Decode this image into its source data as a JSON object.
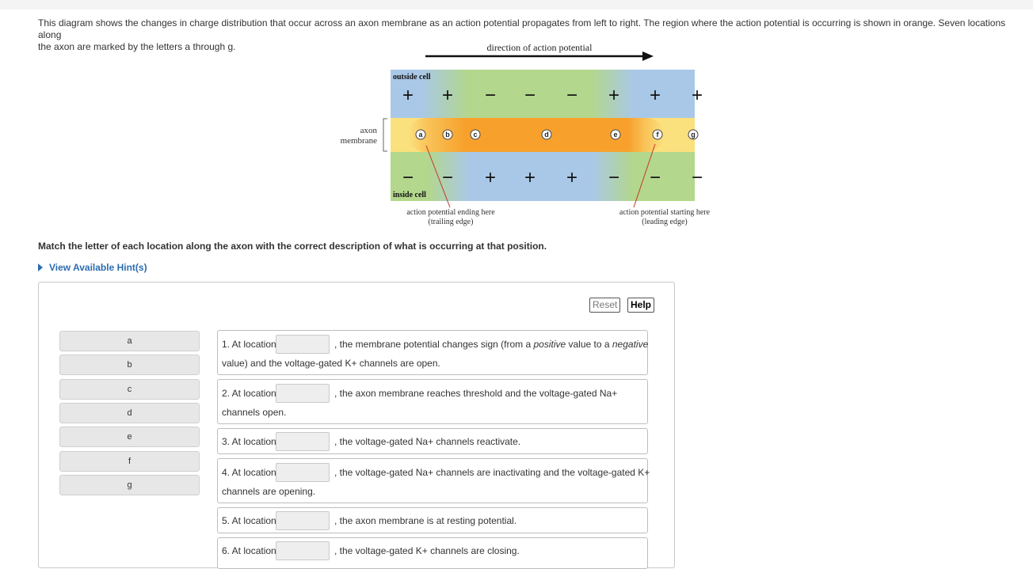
{
  "intro": {
    "line1": "This diagram shows the changes in charge distribution that occur across an axon membrane as an action potential propagates from left to right. The region where the action potential is occurring is shown in orange. Seven locations along",
    "line2": "the axon are marked by the letters a through g."
  },
  "diagram": {
    "direction_label": "direction of action potential",
    "outside_label": "outside cell",
    "inside_label": "inside cell",
    "membrane_label_1": "axon",
    "membrane_label_2": "membrane",
    "outside_charges": [
      "+",
      "+",
      "−",
      "−",
      "−",
      "+",
      "+",
      "+"
    ],
    "inside_charges": [
      "−",
      "−",
      "+",
      "+",
      "+",
      "−",
      "−",
      "−"
    ],
    "locations": [
      "a",
      "b",
      "c",
      "d",
      "e",
      "f",
      "g"
    ],
    "trailing_label_1": "action potential ending here",
    "trailing_label_2": "(trailing edge)",
    "leading_label_1": "action potential starting here",
    "leading_label_2": "(leading edge)",
    "colors": {
      "blue": "#a9c8e8",
      "green": "#b3d78c",
      "yellow": "#fbe07e",
      "orange": "#f7a12c"
    }
  },
  "question": "Match the letter of each location along the axon with the correct description of what is occurring at that position.",
  "hint_label": "View Available Hint(s)",
  "buttons": {
    "reset": "Reset",
    "help": "Help"
  },
  "letters": [
    "a",
    "b",
    "c",
    "d",
    "e",
    "f",
    "g"
  ],
  "statements": [
    {
      "prefix": "1. At location",
      "rest_a": ", the membrane potential changes sign (from a ",
      "positive": "positive",
      "rest_b": " value to a ",
      "negative": "negative",
      "cont": "value) and the voltage-gated K+ channels are open."
    },
    {
      "prefix": "2. At location",
      "rest": ", the axon membrane reaches threshold and the voltage-gated Na+",
      "cont": "channels open."
    },
    {
      "prefix": "3. At location",
      "rest": ", the voltage-gated Na+ channels reactivate."
    },
    {
      "prefix": "4. At location",
      "rest": ", the voltage-gated Na+ channels are inactivating and the voltage-gated K+",
      "cont": "channels are opening."
    },
    {
      "prefix": "5. At location",
      "rest": ", the axon membrane is at resting potential."
    },
    {
      "prefix": "6. At location",
      "rest": ", the voltage-gated K+ channels are closing."
    }
  ]
}
